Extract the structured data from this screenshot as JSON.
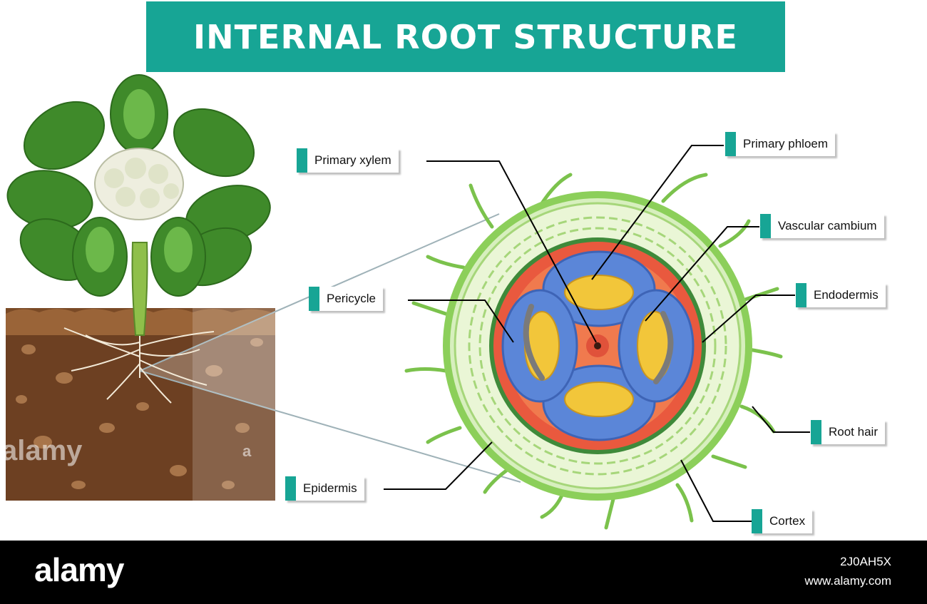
{
  "title": "INTERNAL ROOT STRUCTURE",
  "labels": {
    "primary_xylem": "Primary xylem",
    "primary_phloem": "Primary phloem",
    "vascular_cambium": "Vascular cambium",
    "pericycle": "Pericycle",
    "endodermis": "Endodermis",
    "root_hair": "Root hair",
    "epidermis": "Epidermis",
    "cortex": "Cortex"
  },
  "watermarks": {
    "left": "alamy",
    "center": "a"
  },
  "footer": {
    "brand": "alamy",
    "image_code": "2J0AH5X",
    "site": "www.alamy.com"
  },
  "colors": {
    "accent": "#17a595",
    "soil": "#7a4a26",
    "leaf": "#3f8a2a",
    "epidermis": "#8ccf5a",
    "pericycle": "#e0523a",
    "phloem": "#5b86d8",
    "xylem_core": "#f2c63a"
  }
}
